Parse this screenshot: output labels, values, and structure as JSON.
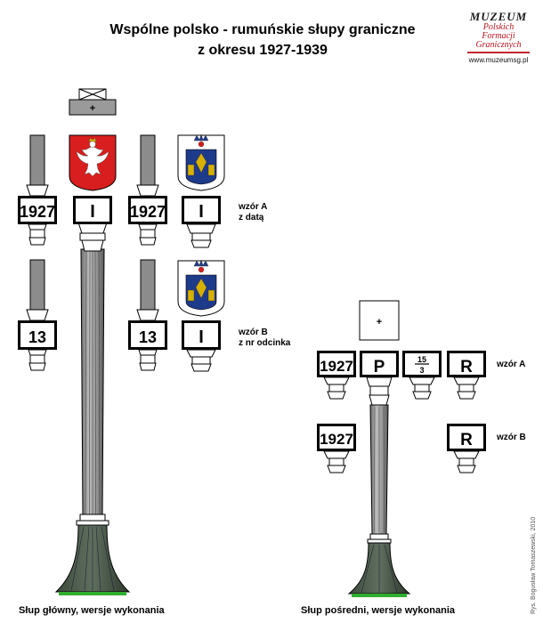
{
  "title": {
    "line1": "Wspólne polsko - rumuńskie słupy graniczne",
    "line2": "z okresu 1927-1939"
  },
  "logo": {
    "line1": "MUZEUM",
    "line2": "Polskich",
    "line3": "Formacji",
    "line4": "Granicznych",
    "url": "www.muzeumsg.pl"
  },
  "main_post": {
    "cross": "+",
    "variant_a": {
      "label1": "wzór A",
      "label2": "z datą",
      "plates": [
        "1927",
        "I",
        "1927",
        "I"
      ]
    },
    "variant_b": {
      "label1": "wzór B",
      "label2": "z nr odcinka",
      "plates": [
        "13",
        "13",
        "I"
      ]
    },
    "caption": "Słup główny, wersje wykonania"
  },
  "intermediate_post": {
    "cross": "+",
    "variant_a": {
      "label": "wzór A",
      "plates": [
        "1927",
        "P",
        "R"
      ],
      "fraction_top": "15",
      "fraction_bottom": "3"
    },
    "variant_b": {
      "label": "wzór B",
      "plates": [
        "1927",
        "R"
      ]
    },
    "caption": "Słup pośredni, wersje wykonania"
  },
  "credit": "Rys. Bogusław Tomaszewski, 2010",
  "colors": {
    "shield_red": "#d81e1e",
    "post_gray": "#8c8c8c",
    "base_green": "#3a4a3a",
    "ground_green": "#2fae2f",
    "coat_blue": "#1e3a8a",
    "coat_gold": "#d8b000"
  }
}
